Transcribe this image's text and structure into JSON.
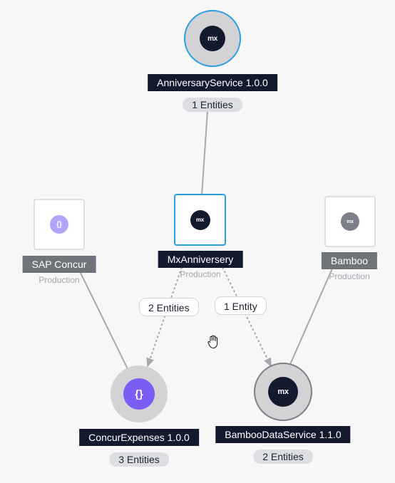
{
  "nodes": {
    "anniversary_service": {
      "name": "AnniversaryService 1.0.0",
      "entities": "1 Entities",
      "icon": "mx"
    },
    "mx_anniversery": {
      "name": "MxAnniversery",
      "environment": "Production",
      "icon": "mx"
    },
    "sap_concur": {
      "name": "SAP Concur",
      "environment": "Production",
      "icon": "{}"
    },
    "bamboo": {
      "name": "Bamboo",
      "environment": "Production",
      "icon": "mx"
    },
    "concur_expenses": {
      "name": "ConcurExpenses 1.0.0",
      "entities": "3 Entities",
      "icon": "{}"
    },
    "bamboo_data_service": {
      "name": "BambooDataService 1.1.0",
      "entities": "2 Entities",
      "icon": "mx"
    }
  },
  "edges": {
    "mx_to_concur": "2 Entities",
    "mx_to_bamboo": "1 Entity"
  },
  "colors": {
    "accent_blue": "#2a9de3",
    "dark_navy": "#141a2e",
    "purple": "#7b5cf5",
    "light_purple": "#b3a4f8"
  },
  "cursor": "hand-cursor-icon"
}
